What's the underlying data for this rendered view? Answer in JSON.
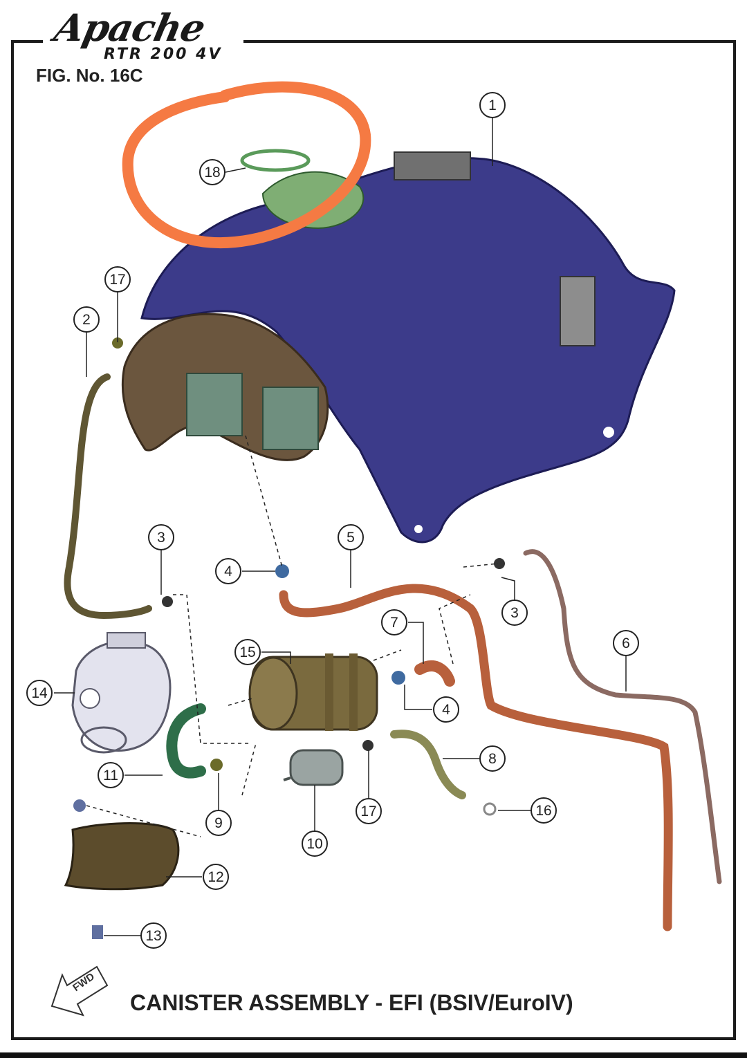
{
  "header": {
    "brand": "Apache",
    "model": "RTR 200 4V",
    "figure": "FIG. No. 16C"
  },
  "caption": "CANISTER ASSEMBLY - EFI (BSIV/EuroIV)",
  "fwd_label": "FWD",
  "callouts": [
    "1",
    "2",
    "3",
    "3",
    "4",
    "4",
    "5",
    "6",
    "7",
    "8",
    "9",
    "10",
    "11",
    "12",
    "13",
    "14",
    "15",
    "16",
    "17",
    "17",
    "18"
  ],
  "colors": {
    "tank": "#3c3b8a",
    "hose_orange": "#b8603c",
    "hose_green": "#2e6e49",
    "canister": "#7a6a3e",
    "highlight_circle": "#f57a43"
  }
}
